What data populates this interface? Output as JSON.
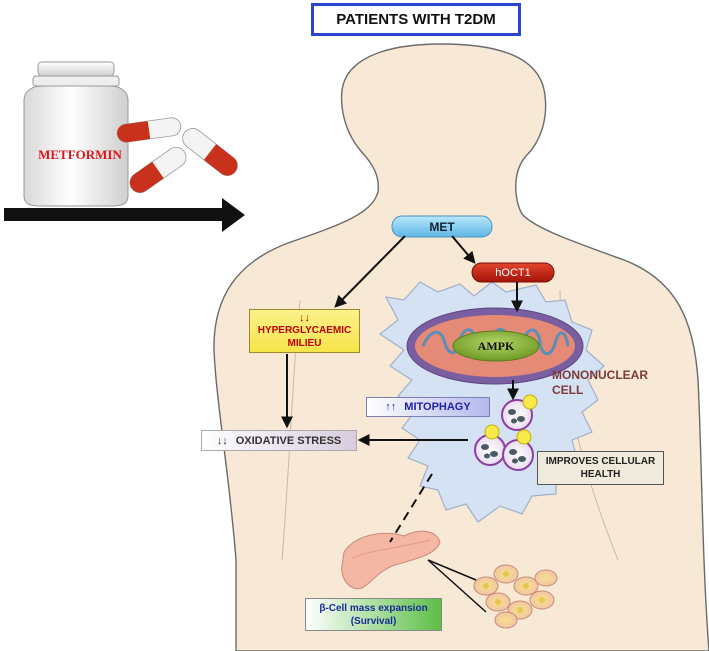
{
  "title": "PATIENTS WITH T2DM",
  "drug_label": "METFORMIN",
  "met_label": "MET",
  "transporter_label": "hOCT1",
  "ampk_label": "AMPK",
  "cell_label_line1": "MONONUCLEAR",
  "cell_label_line2": "CELL",
  "hyperglycaemic": {
    "arrows": "↓↓",
    "line1": "HYPERGLYCAEMIC",
    "line2": "MILIEU"
  },
  "mitophagy": {
    "arrows": "↑↑",
    "label": "MITOPHAGY"
  },
  "oxidative": {
    "arrows": "↓↓",
    "label": "OXIDATIVE STRESS"
  },
  "improves": {
    "line1": "IMPROVES CELLULAR",
    "line2": "HEALTH"
  },
  "beta_cell": {
    "line1": "β-Cell mass expansion",
    "line2": "(Survival)"
  },
  "colors": {
    "title_border": "#2a44d6",
    "body_skin": "#f8e9d7",
    "cell_fill": "#d5e2f4",
    "met_capsule": "#7fd0f2",
    "transporter": "#c01810",
    "ampk": "#8fb63a",
    "mitophagy_text": "#2020a8",
    "hyperglycaemic_fill": "#f6e44a",
    "beta_fill": "#5cbf45"
  }
}
